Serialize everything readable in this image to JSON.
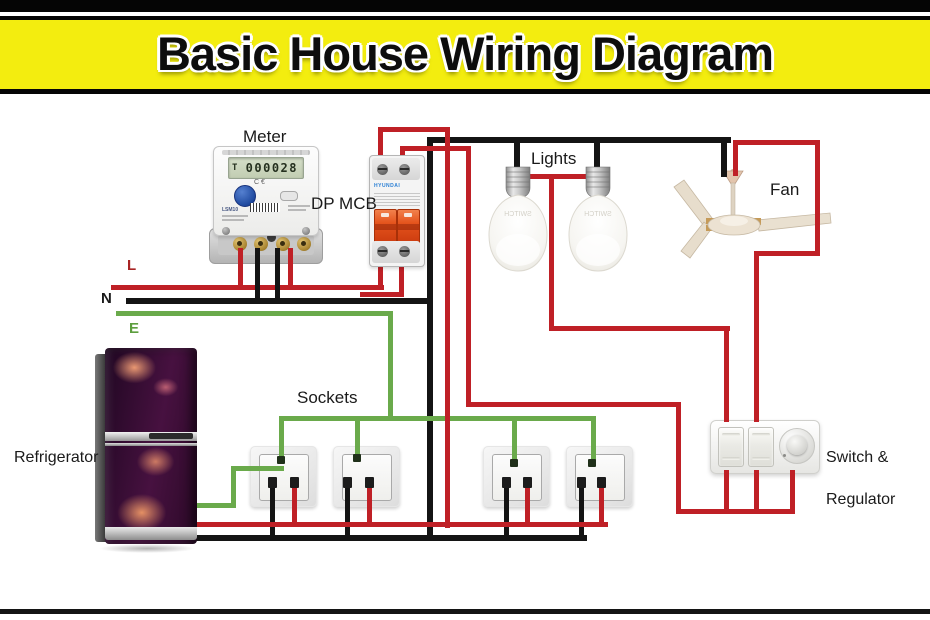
{
  "title": "Basic House Wiring Diagram",
  "labels": {
    "meter": "Meter",
    "dp_mcb": "DP MCB",
    "lights": "Lights",
    "fan": "Fan",
    "sockets": "Sockets",
    "refrigerator": "Refrigerator",
    "switch_regulator_line1": "Switch &",
    "switch_regulator_line2": "Regulator",
    "wire_live": "L",
    "wire_neutral": "N",
    "wire_earth": "E"
  },
  "meter": {
    "display_value": "000028",
    "display_symbol": "T",
    "markings": "C€",
    "model": "LSM10"
  },
  "mcb": {
    "brand": "HYUNDAI"
  },
  "bulbs": {
    "brand_text": "SWITCH"
  },
  "colors": {
    "live_wire": "#bf2026",
    "neutral_wire": "#141414",
    "earth_wire": "#6aaa4b",
    "banner_yellow": "#f3ed0f",
    "live_label": "#a82424",
    "earth_label": "#5d9e3e"
  }
}
